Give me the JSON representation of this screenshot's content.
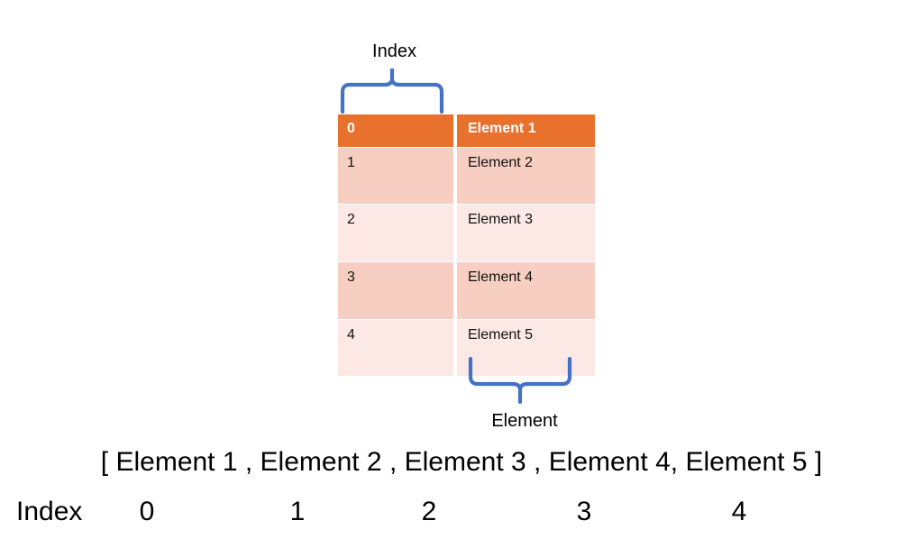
{
  "annotations": {
    "index_label": "Index",
    "element_label": "Element"
  },
  "table": {
    "header": {
      "index": "0",
      "value": "Element 1"
    },
    "rows": [
      {
        "index": "1",
        "value": "Element 2"
      },
      {
        "index": "2",
        "value": "Element 3"
      },
      {
        "index": "3",
        "value": "Element 4"
      },
      {
        "index": "4",
        "value": "Element 5"
      }
    ]
  },
  "array_literal": {
    "text": "[ Element  1 , Element  2 , Element  3 , Element  4, Element  5 ]"
  },
  "bottom_index": {
    "caption": "Index",
    "values": [
      "0",
      "1",
      "2",
      "3",
      "4"
    ]
  },
  "colors": {
    "header_orange": "#E8712E",
    "row_dark_pink": "#F7CFC2",
    "row_light_pink": "#FCE9E5",
    "brace_blue": "#4472C4",
    "text_black": "#000000",
    "background": "#FFFFFF"
  }
}
